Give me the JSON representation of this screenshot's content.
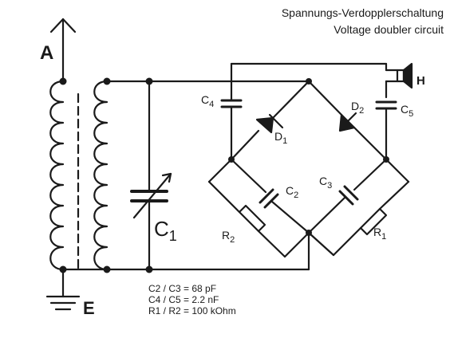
{
  "titles": {
    "german": "Spannungs-Verdopplerschaltung",
    "english": "Voltage doubler circuit"
  },
  "labels": {
    "antenna": "A",
    "earth": "E",
    "headphones": "H",
    "c1": "C",
    "c1_sub": "1",
    "c2": "C",
    "c2_sub": "2",
    "c3": "C",
    "c3_sub": "3",
    "c4": "C",
    "c4_sub": "4",
    "c5": "C",
    "c5_sub": "5",
    "d1": "D",
    "d1_sub": "1",
    "d2": "D",
    "d2_sub": "2",
    "r1": "R",
    "r1_sub": "1",
    "r2": "R",
    "r2_sub": "2"
  },
  "notes": {
    "line1": "C2 / C3 = 68 pF",
    "line2": "C4 / C5 = 2.2 nF",
    "line3": "R1 / R2 = 100 kOhm"
  },
  "colors": {
    "ink": "#1a1a1a",
    "paper": "#ffffff"
  }
}
